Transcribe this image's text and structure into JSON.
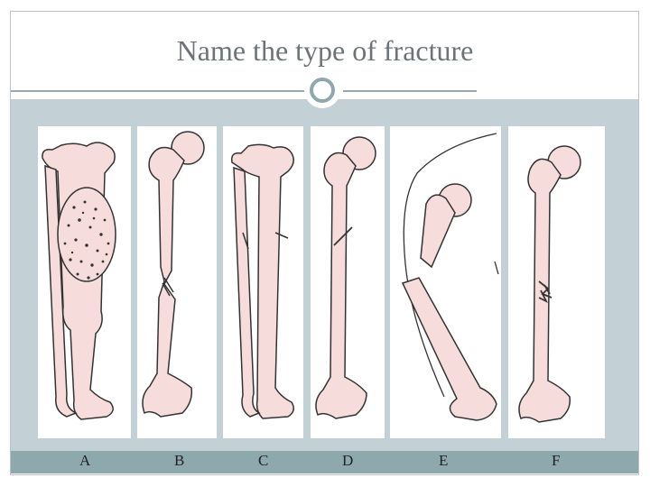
{
  "slide": {
    "title": "Name the type of fracture",
    "labels": [
      "A",
      "B",
      "C",
      "D",
      "E",
      "F"
    ]
  },
  "colors": {
    "bone_fill": "#f6dddb",
    "outline": "#333333",
    "background_band": "#c3d1d6",
    "footer_band": "#8ea9ae",
    "title_text": "#6d7479"
  },
  "icons": [
    "ring-ornament"
  ]
}
